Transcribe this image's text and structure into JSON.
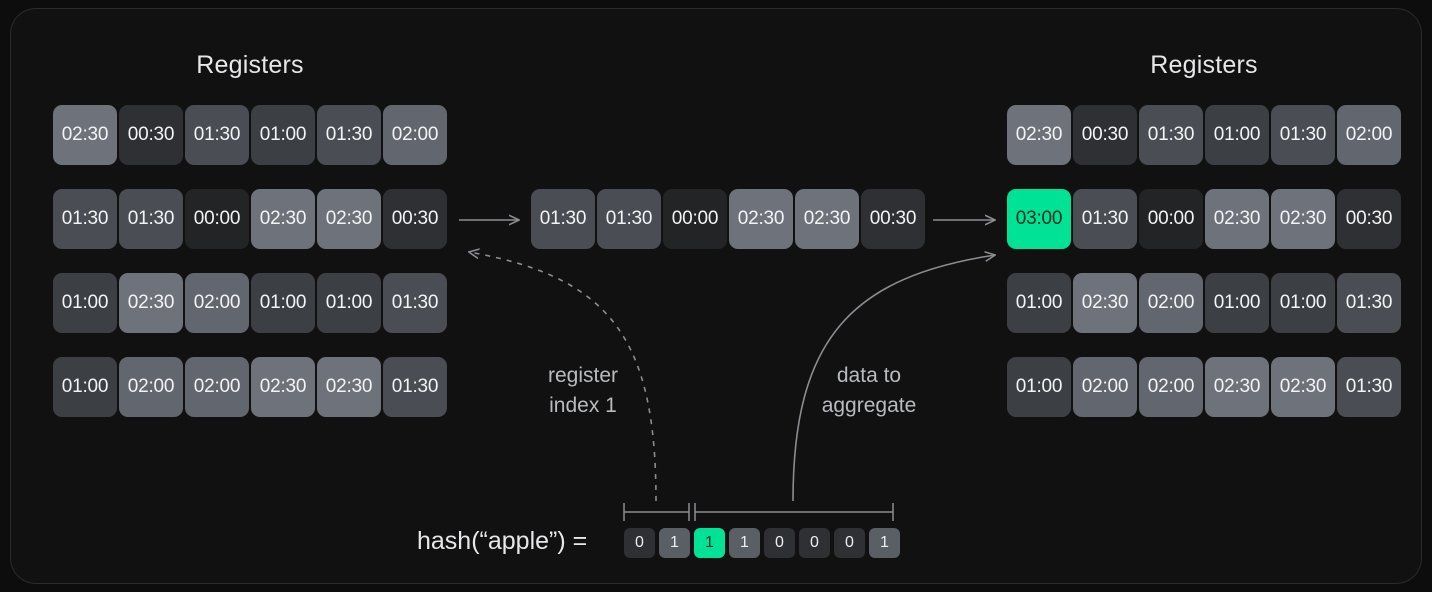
{
  "theme": {
    "page_bg": "#0d0d0d",
    "panel_bg": "#111112",
    "panel_border": "#2a2b2d",
    "accent": "#00e396",
    "text": "#e6e7e9",
    "muted_text": "#b9bbbe",
    "line": "#8b8d91",
    "cell_shades": {
      "00:00": "#232426",
      "00:30": "#2e3033",
      "01:00": "#3c3f44",
      "01:30": "#4a4d53",
      "02:00": "#62666e",
      "02:30": "#6e727a"
    },
    "bit_shades": {
      "0": "#2e3033",
      "1": "#5a5e65"
    }
  },
  "left": {
    "title": "Registers",
    "rows": [
      [
        "02:30",
        "00:30",
        "01:30",
        "01:00",
        "01:30",
        "02:00"
      ],
      [
        "01:30",
        "01:30",
        "00:00",
        "02:30",
        "02:30",
        "00:30"
      ],
      [
        "01:00",
        "02:30",
        "02:00",
        "01:00",
        "01:00",
        "01:30"
      ],
      [
        "01:00",
        "02:00",
        "02:00",
        "02:30",
        "02:30",
        "01:30"
      ]
    ]
  },
  "middle": {
    "row": [
      "01:30",
      "01:30",
      "00:00",
      "02:30",
      "02:30",
      "00:30"
    ]
  },
  "right": {
    "title": "Registers",
    "rows": [
      [
        "02:30",
        "00:30",
        "01:30",
        "01:00",
        "01:30",
        "02:00"
      ],
      [
        "03:00",
        "01:30",
        "00:00",
        "02:30",
        "02:30",
        "00:30"
      ],
      [
        "01:00",
        "02:30",
        "02:00",
        "01:00",
        "01:00",
        "01:30"
      ],
      [
        "01:00",
        "02:00",
        "02:00",
        "02:30",
        "02:30",
        "01:30"
      ]
    ],
    "highlight": {
      "row": 1,
      "col": 0,
      "value": "03:00"
    }
  },
  "labels": {
    "register_index": "register\nindex 1",
    "data_to_aggregate": "data to\naggregate"
  },
  "hash": {
    "expression": "hash(“apple”) =",
    "bits": [
      "0",
      "1",
      "1",
      "1",
      "0",
      "0",
      "0",
      "1"
    ],
    "highlight_index": 2,
    "index_bits_span": [
      0,
      1
    ],
    "data_bits_span": [
      2,
      7
    ]
  }
}
